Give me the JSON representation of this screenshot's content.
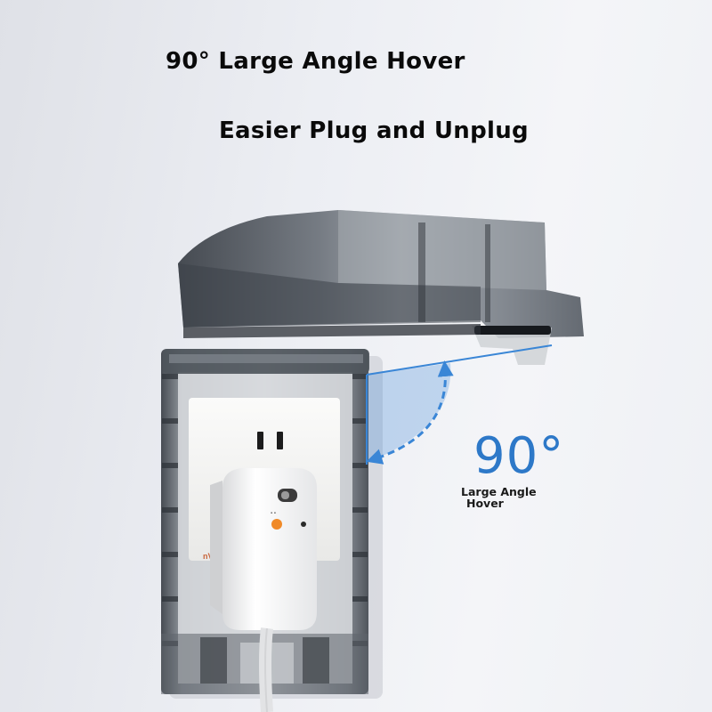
{
  "headline": {
    "line1": "90° Large Angle Hover",
    "line2": "Easier Plug and Unplug"
  },
  "angle_callout": {
    "value": "90°",
    "caption_line1": "Large Angle",
    "caption_line2": "Hover"
  },
  "colors": {
    "accent": "#2d78c8",
    "cover_smoke": "#4a5058",
    "outlet_white": "#f4f4f2",
    "indicator_orange": "#f08a28"
  }
}
